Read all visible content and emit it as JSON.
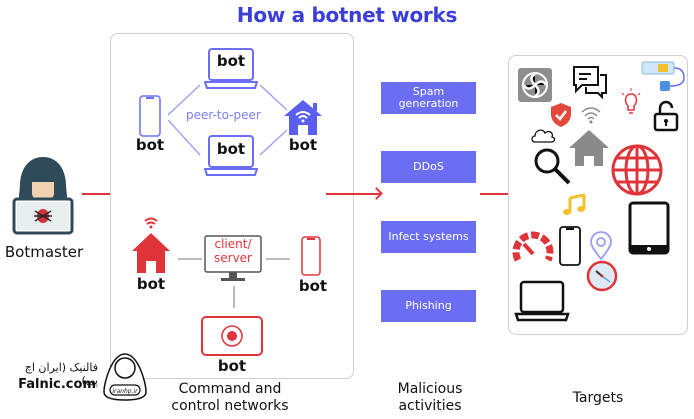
{
  "title": "How a botnet works",
  "botmaster": {
    "label": "Botmaster"
  },
  "bot_label": "bot",
  "p2p": {
    "label": "peer-to-peer",
    "color": "#6b6ef5"
  },
  "client_server": {
    "label": "client/\nserver",
    "line1": "client/",
    "line2": "server",
    "color": "#e0343b"
  },
  "activities": [
    {
      "label": "Spam generation",
      "line1": "Spam",
      "line2": "generation"
    },
    {
      "label": "DDoS"
    },
    {
      "label": "Infect systems"
    },
    {
      "label": "Phishing"
    }
  ],
  "columns": {
    "cnc": {
      "line1": "Command and",
      "line2": "control networks"
    },
    "malicious": {
      "line1": "Malicious",
      "line2": "activities"
    },
    "targets": {
      "label": "Targets"
    }
  },
  "targets_icons": [
    "fan-icon",
    "chat-icon",
    "battery-plug-icon",
    "lightbulb-icon",
    "shield-check-icon",
    "wifi-icon",
    "unlock-icon",
    "cloud-icon",
    "home-icon",
    "search-icon",
    "globe-icon",
    "music-note-icon",
    "tablet-icon",
    "speedometer-icon",
    "smartphone-icon",
    "location-pin-icon",
    "clock-icon",
    "laptop-icon"
  ],
  "brand": {
    "persian": "فالنیک (ایران اچ پی)",
    "site": "Falnic.com",
    "seal": "iranhp.ir"
  },
  "colors": {
    "accent": "#6b6ef5",
    "title": "#3b3fd8",
    "red": "#e0343b"
  }
}
